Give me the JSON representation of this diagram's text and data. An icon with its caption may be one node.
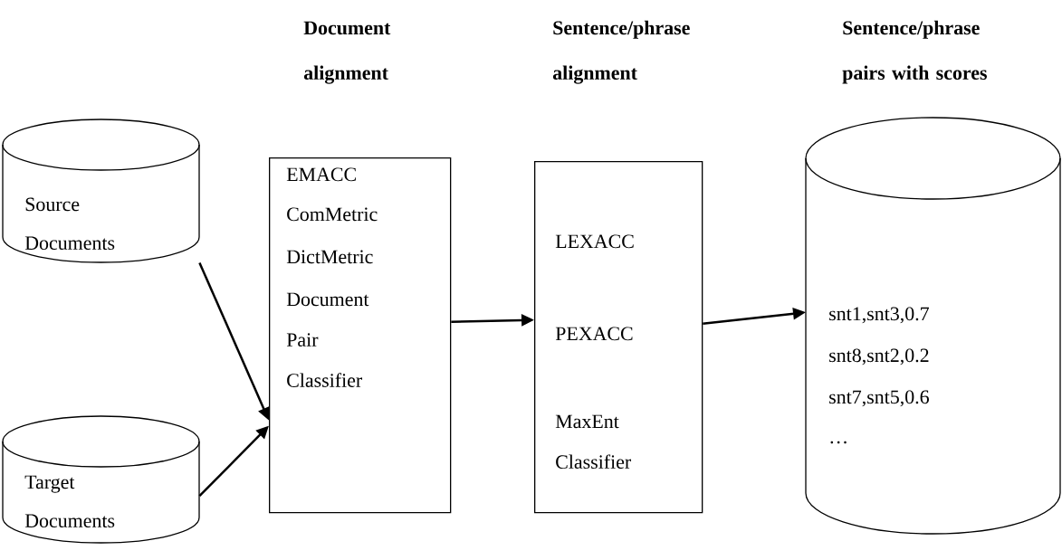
{
  "diagram": {
    "nodes": [
      {
        "text": [
          "Source Documents"
        ]
      },
      {
        "text": [
          "Target Documents"
        ]
      },
      {
        "text": [
          "Document alignment",
          "EMACC",
          "ComMetric",
          "DictMetric",
          "Document Pair Classifier"
        ]
      },
      {
        "text": [
          "Sentence/phrase alignment",
          "LEXACC",
          "PEXACC",
          "MaxEnt Classifier"
        ]
      },
      {
        "text": [
          "Sentence/phrase pairs with scores",
          "snt1,snt3,0.7",
          "snt8,snt2,0.2",
          "snt7,snt5,0.6",
          "…"
        ]
      }
    ],
    "edges": [
      {
        "from": 0,
        "to": 2,
        "arrow": "to"
      },
      {
        "from": 1,
        "to": 2,
        "arrow": "to"
      },
      {
        "from": 2,
        "to": 3,
        "arrow": "to"
      },
      {
        "from": 3,
        "to": 4,
        "arrow": "to"
      }
    ]
  }
}
